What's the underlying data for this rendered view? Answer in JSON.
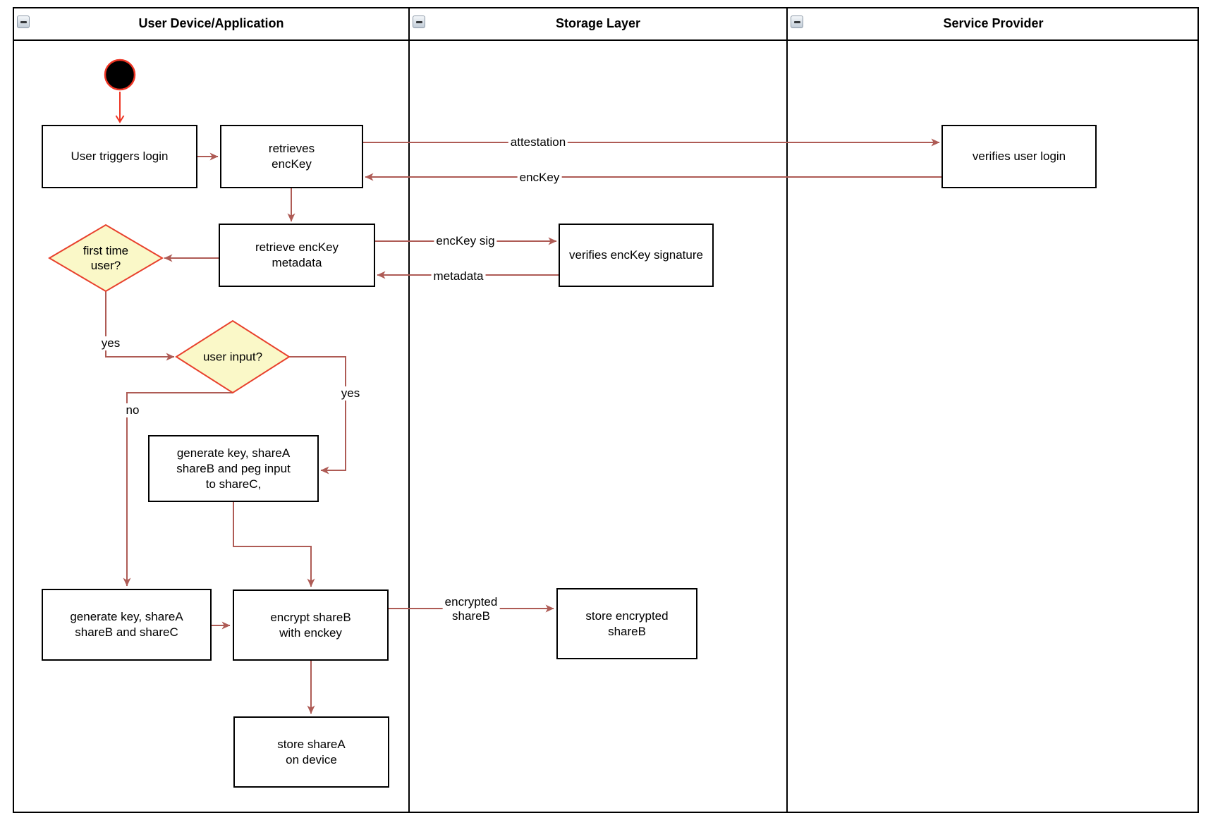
{
  "pool": {
    "lanes": [
      {
        "label": "User Device/Application"
      },
      {
        "label": "Storage Layer"
      },
      {
        "label": "Service Provider"
      }
    ]
  },
  "nodes": {
    "user_triggers_login": {
      "label": "User triggers login"
    },
    "retrieves_enckey": {
      "lines": [
        "retrieves",
        "encKey"
      ]
    },
    "verifies_user_login": {
      "label": "verifies user login"
    },
    "retrieve_metadata": {
      "lines": [
        "retrieve encKey",
        "metadata"
      ]
    },
    "verifies_signature": {
      "label": "verifies encKey signature"
    },
    "first_time_user": {
      "lines": [
        "first time",
        "user?"
      ]
    },
    "user_input": {
      "label": "user input?"
    },
    "peg_input": {
      "lines": [
        "generate key, shareA",
        "shareB and peg input",
        "to shareC,"
      ]
    },
    "generate_shares": {
      "lines": [
        "generate key, shareA",
        "shareB and shareC"
      ]
    },
    "encrypt_shareb": {
      "lines": [
        "encrypt shareB",
        "with enckey"
      ]
    },
    "store_encrypted": {
      "lines": [
        "store encrypted",
        "shareB"
      ]
    },
    "store_sharea": {
      "lines": [
        "store shareA",
        "on device"
      ]
    }
  },
  "edges": {
    "attestation": "attestation",
    "enckey": "encKey",
    "enckey_sig": "encKey sig",
    "metadata": "metadata",
    "first_time_yes": "yes",
    "user_input_yes": "yes",
    "user_input_no": "no",
    "encrypted_shareb": {
      "lines": [
        "encrypted",
        "shareB"
      ]
    }
  },
  "colors": {
    "edge": "#AE5B55",
    "start": "#EE3524",
    "start_fill": "#000000",
    "diamond_fill": "#FAF8C8",
    "diamond_border": "#E8402C",
    "node_border": "#000000",
    "lane_border": "#000000"
  }
}
